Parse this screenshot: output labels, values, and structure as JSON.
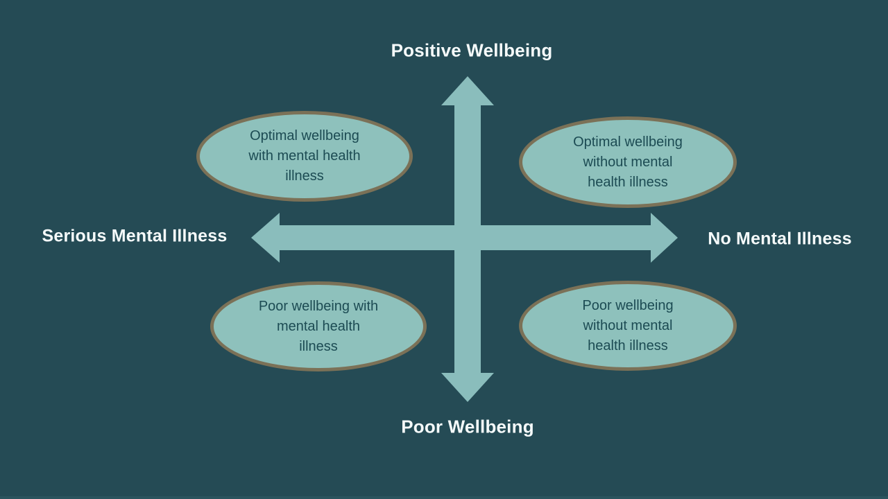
{
  "colors": {
    "bg": "#254b55",
    "arrow": "#8abdbc",
    "ellipse_fill": "#8ec1bc",
    "ellipse_border": "#7b7157",
    "ellipse_text": "#1c4b53",
    "axis_text": "#f5fafa",
    "footer_strip": "#2c545e"
  },
  "axes": {
    "top": "Positive Wellbeing",
    "bottom": "Poor Wellbeing",
    "left": "Serious Mental Illness",
    "right": "No Mental Illness"
  },
  "quadrants": {
    "top_left": "Optimal wellbeing\nwith mental health\nillness",
    "top_right": "Optimal wellbeing\nwithout mental\nhealth illness",
    "bottom_left": "Poor wellbeing with\nmental health\nillness",
    "bottom_right": "Poor wellbeing\nwithout mental\nhealth illness"
  }
}
